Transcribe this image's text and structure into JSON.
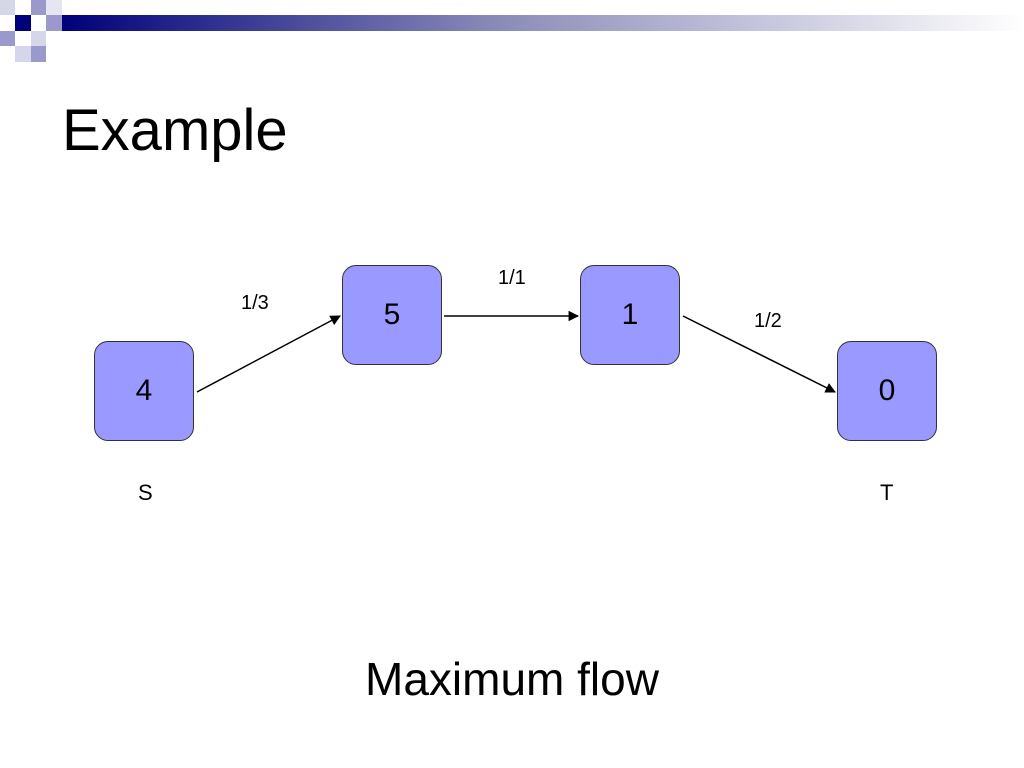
{
  "slide": {
    "title": "Example",
    "subtitle": "Maximum flow"
  },
  "colors": {
    "node_fill": "#9999ff",
    "node_border": "#333333",
    "header_dark": "#00007a",
    "header_light": "#9999cc"
  },
  "diagram": {
    "nodes": [
      {
        "id": "source",
        "label": "4",
        "caption": "S"
      },
      {
        "id": "n5",
        "label": "5",
        "caption": ""
      },
      {
        "id": "n1",
        "label": "1",
        "caption": ""
      },
      {
        "id": "sink",
        "label": "0",
        "caption": "T"
      }
    ],
    "edges": [
      {
        "from": "source",
        "to": "n5",
        "label": "1/3"
      },
      {
        "from": "n5",
        "to": "n1",
        "label": "1/1"
      },
      {
        "from": "n1",
        "to": "sink",
        "label": "1/2"
      }
    ]
  }
}
